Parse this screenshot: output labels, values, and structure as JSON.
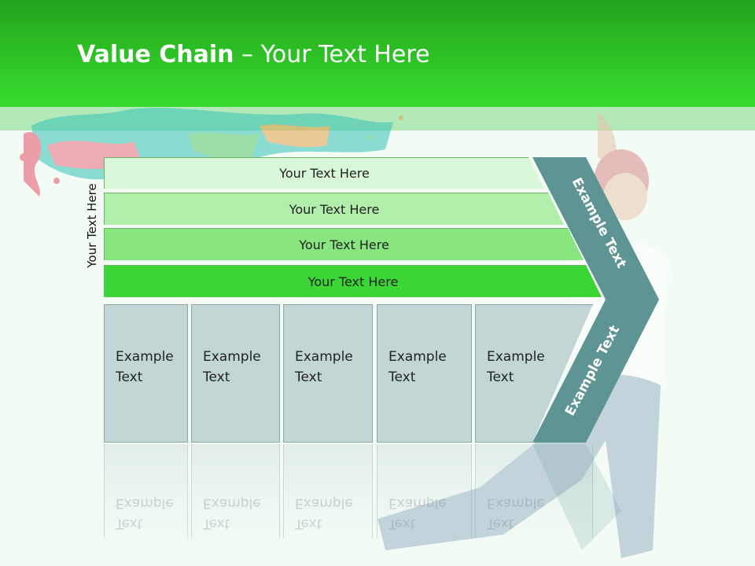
{
  "slide": {
    "title_bold": "Value Chain",
    "title_rest": " – Your Text Here",
    "vertical_label": "Your Text Here"
  },
  "bars": [
    {
      "label": "Your Text Here",
      "color": "#d8f7d8"
    },
    {
      "label": "Your Text Here",
      "color": "#b0eeaa"
    },
    {
      "label": "Your Text Here",
      "color": "#88e680"
    },
    {
      "label": "Your Text Here",
      "color": "#3bd636"
    }
  ],
  "boxes": [
    {
      "line1": "Example",
      "line2": "Text"
    },
    {
      "line1": "Example",
      "line2": "Text"
    },
    {
      "line1": "Example",
      "line2": "Text"
    },
    {
      "line1": "Example",
      "line2": "Text"
    },
    {
      "line1": "Example",
      "line2": "Text"
    }
  ],
  "chevron": {
    "upper_label": "Example Text",
    "lower_label": "Example Text",
    "color": "#5e9494"
  },
  "colors": {
    "header_top": "#23a31d",
    "header_bottom": "#37dd2e",
    "box_fill": "#c2d6d6"
  }
}
